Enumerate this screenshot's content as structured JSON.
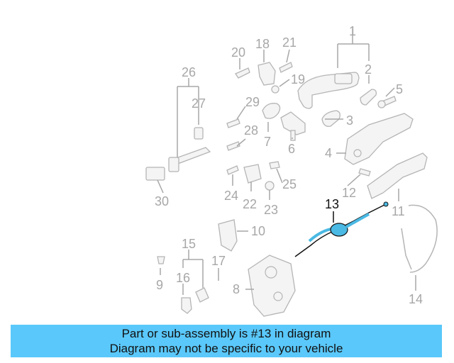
{
  "colors": {
    "banner_bg": "#5ac8fa",
    "highlight_fill": "#4ab9e3",
    "part_gray": "#b5b5b5",
    "callout_gray": "#a7a7a7"
  },
  "callouts": {
    "c1": "1",
    "c2": "2",
    "c3": "3",
    "c4": "4",
    "c5": "5",
    "c6": "6",
    "c7": "7",
    "c8": "8",
    "c9": "9",
    "c10": "10",
    "c11": "11",
    "c12": "12",
    "c13": "13",
    "c14": "14",
    "c15": "15",
    "c16": "16",
    "c17": "17",
    "c18": "18",
    "c19": "19",
    "c20": "20",
    "c21": "21",
    "c22": "22",
    "c23": "23",
    "c24": "24",
    "c25": "25",
    "c26": "26",
    "c27": "27",
    "c28": "28",
    "c29": "29",
    "c30": "30"
  },
  "banner": {
    "line1": "Part or sub-assembly is #13 in diagram",
    "line2": "Diagram may not be specific to your vehicle"
  }
}
